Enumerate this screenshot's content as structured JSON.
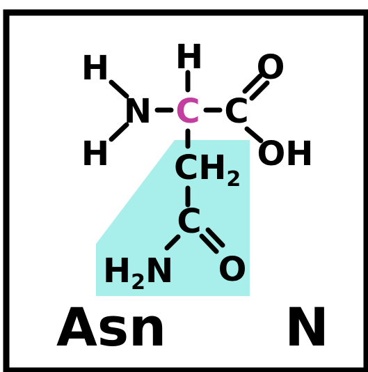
{
  "card": {
    "border_color": "#000000",
    "background": "#ffffff",
    "side_chain_color": "#a8efec",
    "alpha_carbon_color": "#c23fa0"
  },
  "molecule": {
    "amino_h_top": "H",
    "amino_h_bottom": "H",
    "amino_n": "N",
    "alpha_h": "H",
    "alpha_c": "C",
    "carboxyl_c": "C",
    "carboxyl_o": "O",
    "carboxyl_oh": "OH",
    "ch2_c": "CH",
    "ch2_sub": "2",
    "amide_c": "C",
    "amide_o": "O",
    "amide_h": "H",
    "amide_h_sub": "2",
    "amide_n": "N"
  },
  "labels": {
    "three_letter": "Asn",
    "one_letter": "N"
  }
}
